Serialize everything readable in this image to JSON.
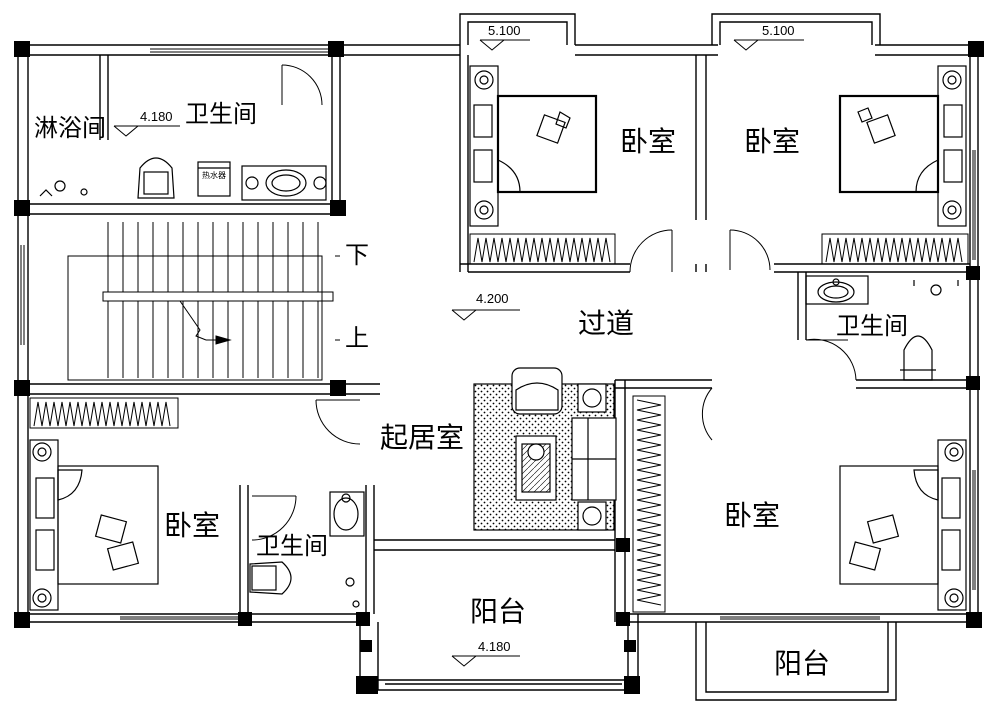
{
  "rooms": {
    "shower": "淋浴间",
    "bath_top_left": "卫生间",
    "bedroom_top_mid": "卧室",
    "bedroom_top_right": "卧室",
    "corridor": "过道",
    "bath_right": "卫生间",
    "living_room": "起居室",
    "bedroom_bottom_left": "卧室",
    "bath_bottom": "卫生间",
    "bedroom_bottom_right": "卧室",
    "balcony_center": "阳台",
    "balcony_right": "阳台"
  },
  "stairs": {
    "down": "下",
    "up": "上"
  },
  "elevations": {
    "bath_top_left": "4.180",
    "bay_left": "5.100",
    "bay_right": "5.100",
    "corridor": "4.200",
    "balcony": "4.180"
  },
  "fixture_label": "热水器"
}
